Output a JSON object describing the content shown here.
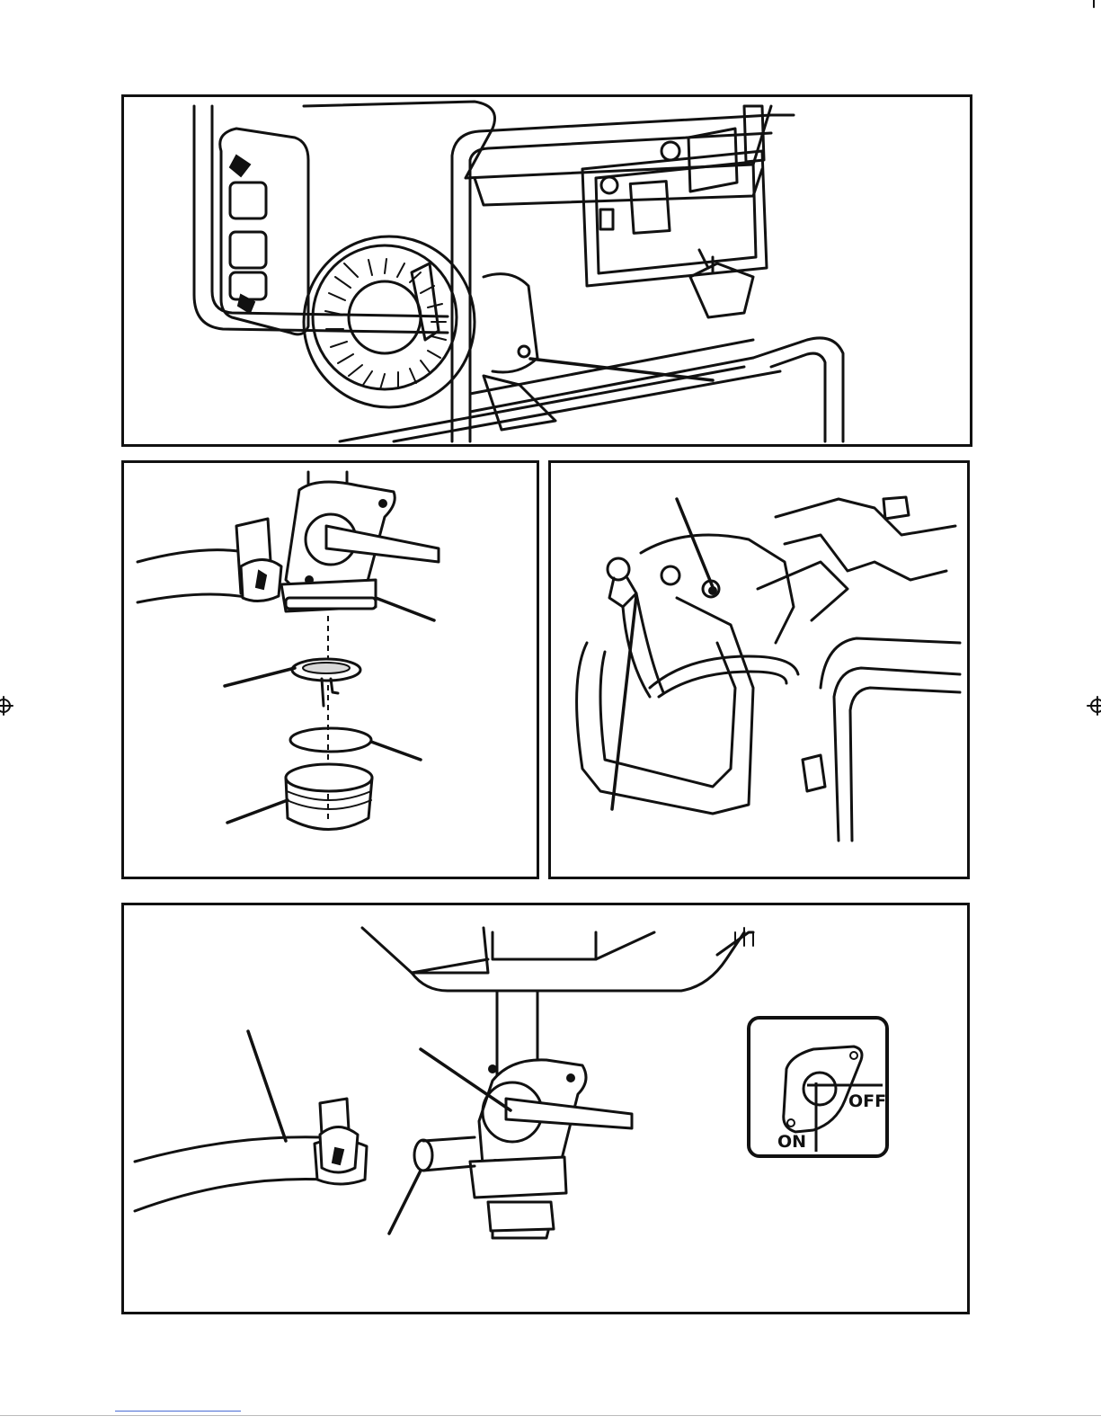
{
  "figures": [
    {
      "id": "fig-generator-overview"
    },
    {
      "id": "fig-fuel-valve-exploded"
    },
    {
      "id": "fig-engine-close-up"
    },
    {
      "id": "fig-fuel-valve-hose"
    }
  ],
  "fuel_valve_icon": {
    "label_on": "ON",
    "label_off": "OFF",
    "icon": "fuel-valve-position-icon"
  },
  "colors": {
    "line": "#111111",
    "background": "#ffffff",
    "footer_link": "#4a6cd4"
  }
}
